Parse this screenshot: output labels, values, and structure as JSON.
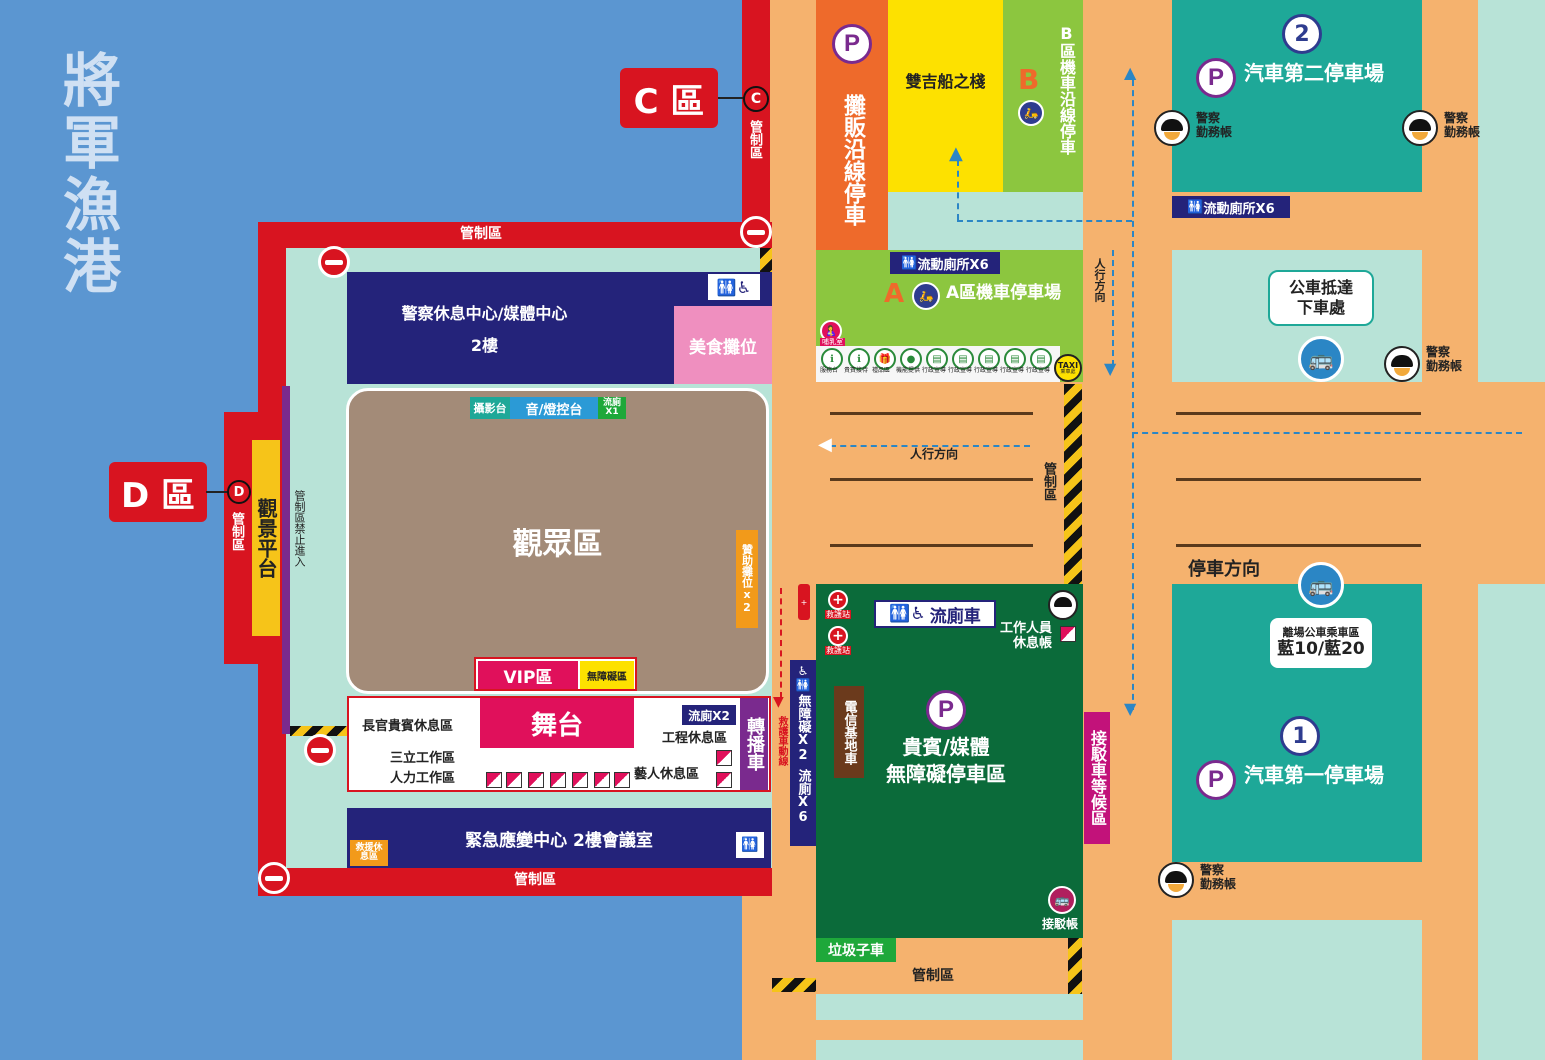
{
  "colors": {
    "water": "#5b96d1",
    "road": "#f5b26e",
    "red": "#d81420",
    "navy": "#24237a",
    "mint": "#b8e3d7",
    "teal": "#1ea898",
    "green": "#0b6b3a",
    "lime": "#8cc63f",
    "yellow": "#fde100",
    "orange": "#ee6a2b",
    "purple": "#7a2a8e",
    "brown": "#a38b78",
    "pink": "#ef8fbf"
  },
  "harbor": {
    "name": "將軍漁港"
  },
  "zones": {
    "c": {
      "label": "C 區",
      "marker": "C",
      "control": "管制區"
    },
    "d": {
      "label": "D 區",
      "marker": "D",
      "control": "管制區"
    }
  },
  "venue": {
    "control_top": "管制區",
    "control_bottom": "管制區",
    "control_left": "管制區禁止進入",
    "viewing_platform": "觀景平台",
    "police_center": {
      "line1": "警察休息中心/媒體中心",
      "line2": "2樓"
    },
    "food": "美食攤位",
    "audience": "觀眾區",
    "booth": {
      "photo": "攝影台",
      "sound": "音/燈控台",
      "toilet": "流廁X1"
    },
    "sponsor": "贊助攤位x2",
    "vip": "VIP區",
    "accessible": "無障礙區",
    "stage": "舞台",
    "backstage": {
      "toilet": "流廁X2",
      "vip_rest": "長官貴賓休息區",
      "eng_rest": "工程休息區",
      "sanli": "三立工作區",
      "labor": "人力工作區",
      "artist": "藝人休息區"
    },
    "broadcast": "轉播車",
    "emergency": "緊急應變中心  2樓會議室",
    "rescue_rest": "救援休息區"
  },
  "east": {
    "stalls": "攤販沿線停車",
    "boat": "雙吉船之棧",
    "b_letter": "B",
    "b_parking": "B區機車沿線停車",
    "toilet_a": "流動廁所X6",
    "a_letter": "A",
    "a_parking": "A區機車停車場",
    "nursing": "哺乳室",
    "taxi": "TAXI",
    "taxi_sub": "乘車處",
    "service": [
      "服務台",
      "貴賓接待",
      "禮品區",
      "機能提供",
      "行政宣導",
      "行政宣導",
      "行政宣導",
      "行政宣導",
      "行政宣導"
    ],
    "walk_direction": "人行方向",
    "walk_direction_h": "人行方向",
    "control": "管制區",
    "ambulance_route": "救護車動線",
    "first_aid": "救護站",
    "access_toilet": "無障礙X2",
    "toilet_x6": "流廁X6",
    "green_toilet": "流廁車",
    "staff_rest": {
      "line1": "工作人員",
      "line2": "休息帳"
    },
    "telecom": "電信基地車",
    "vip_parking": {
      "line1": "貴賓/媒體",
      "line2": "無障礙停車區"
    },
    "shuttle_tent": "接駁帳",
    "garbage": "垃圾子車",
    "control_bottom": "管制區",
    "shuttle_wait": "接駁車等候區"
  },
  "far_east": {
    "lot2": {
      "num": "2",
      "label": "汽車第二停車場"
    },
    "lot1": {
      "num": "1",
      "label": "汽車第一停車場"
    },
    "police_tent": {
      "line1": "警察",
      "line2": "勤務帳"
    },
    "toilet": "流動廁所X6",
    "bus_drop": {
      "line1": "公車抵達",
      "line2": "下車處"
    },
    "parking_dir": "停車方向",
    "bus_pick": {
      "line1": "離場公車乘車區",
      "line2": "藍10/藍20"
    }
  },
  "p_letter": "P"
}
